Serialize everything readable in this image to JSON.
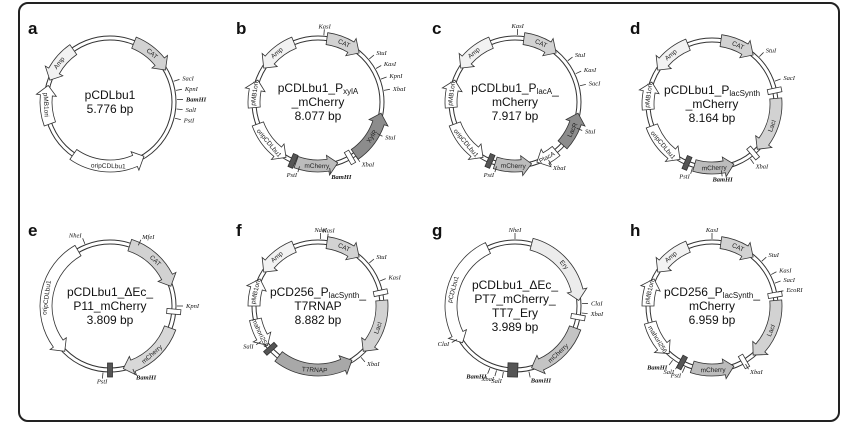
{
  "panels": [
    {
      "letter": "a",
      "name": [
        {
          "t": "pCDLbu1"
        }
      ],
      "size": "5.776 bp",
      "name2": null,
      "name3": null,
      "features": [
        {
          "label": "Amp",
          "fill": "#f2f2f2",
          "start": 325,
          "end": 290
        },
        {
          "label": "CAT",
          "fill": "#d2d2d2",
          "start": 22,
          "end": 60
        },
        {
          "label": "pMB1ori",
          "fill": "#ffffff",
          "start": 250,
          "end": 285
        },
        {
          "label": "oripCDLbu1",
          "fill": "#ffffff",
          "start": 215,
          "end": 148
        }
      ],
      "sites": [
        {
          "a": 72,
          "label": "SacI"
        },
        {
          "a": 80,
          "label": "KpnI"
        },
        {
          "a": 88,
          "label": "BamHI",
          "bold": true
        },
        {
          "a": 96,
          "label": "SalI"
        },
        {
          "a": 104,
          "label": "PstI"
        }
      ],
      "marks": []
    },
    {
      "letter": "b",
      "name": [
        {
          "t": "pCDLbu1_P"
        },
        {
          "t": "xylA",
          "sub": true
        }
      ],
      "name2": "_mCherry",
      "name3": null,
      "size": "8.077 bp",
      "features": [
        {
          "label": "Amp",
          "fill": "#f2f2f2",
          "start": 338,
          "end": 302
        },
        {
          "label": "CAT",
          "fill": "#d2d2d2",
          "start": 8,
          "end": 40
        },
        {
          "label": "XylR",
          "fill": "#8c8c8c",
          "start": 145,
          "end": 100
        },
        {
          "label": "mCherry",
          "fill": "#bcbcbc",
          "start": 200,
          "end": 162
        },
        {
          "label": "pMB1ori",
          "fill": "#ffffff",
          "start": 265,
          "end": 290
        },
        {
          "label": "oripCDLbu1",
          "fill": "#ffffff",
          "start": 250,
          "end": 210
        }
      ],
      "sites": [
        {
          "a": 5,
          "label": "KasI"
        },
        {
          "a": 50,
          "label": "StuI"
        },
        {
          "a": 60,
          "label": "KasI"
        },
        {
          "a": 70,
          "label": "KpnI"
        },
        {
          "a": 80,
          "label": "XbaI"
        },
        {
          "a": 118,
          "label": "StuI"
        },
        {
          "a": 145,
          "label": "XbaI"
        },
        {
          "a": 170,
          "label": "BamHI",
          "bold": true
        },
        {
          "a": 196,
          "label": "PstI"
        }
      ],
      "marks": [
        {
          "a": 150,
          "fill": "#ffffff"
        },
        {
          "a": 203,
          "fill": "#555555"
        }
      ]
    },
    {
      "letter": "c",
      "name": [
        {
          "t": "pCDLbu1_P"
        },
        {
          "t": "lacA",
          "sub": true
        },
        {
          "t": "_"
        }
      ],
      "name2": "mCherry",
      "name3": null,
      "size": "7.917 bp",
      "features": [
        {
          "label": "Amp",
          "fill": "#f2f2f2",
          "start": 338,
          "end": 302
        },
        {
          "label": "CAT",
          "fill": "#d2d2d2",
          "start": 8,
          "end": 40
        },
        {
          "label": "LacR",
          "fill": "#8c8c8c",
          "start": 132,
          "end": 100
        },
        {
          "label": "PlacA",
          "fill": "#ffffff",
          "start": 140,
          "end": 160
        },
        {
          "label": "mCherry",
          "fill": "#bcbcbc",
          "start": 198,
          "end": 165
        },
        {
          "label": "pMB1ori",
          "fill": "#ffffff",
          "start": 265,
          "end": 290
        },
        {
          "label": "oripCDLbu1",
          "fill": "#ffffff",
          "start": 250,
          "end": 210
        }
      ],
      "sites": [
        {
          "a": 2,
          "label": "KasI"
        },
        {
          "a": 52,
          "label": "StuI"
        },
        {
          "a": 65,
          "label": "KasI"
        },
        {
          "a": 76,
          "label": "SacI"
        },
        {
          "a": 113,
          "label": "StuI"
        },
        {
          "a": 150,
          "label": "XbaI"
        },
        {
          "a": 196,
          "label": "PstI"
        }
      ],
      "marks": [
        {
          "a": 203,
          "fill": "#555555"
        }
      ]
    },
    {
      "letter": "d",
      "name": [
        {
          "t": "pCDLbu1_P"
        },
        {
          "t": "lacSynth",
          "sub": true
        }
      ],
      "name2": "_mCherry",
      "name3": null,
      "size": "8.164 bp",
      "features": [
        {
          "label": "Amp",
          "fill": "#f2f2f2",
          "start": 338,
          "end": 302
        },
        {
          "label": "CAT",
          "fill": "#d2d2d2",
          "start": 8,
          "end": 40
        },
        {
          "label": "LacI",
          "fill": "#d2d2d2",
          "start": 85,
          "end": 135
        },
        {
          "label": "mCherry",
          "fill": "#bcbcbc",
          "start": 196,
          "end": 160
        },
        {
          "label": "pMB1ori",
          "fill": "#ffffff",
          "start": 265,
          "end": 290
        },
        {
          "label": "oripCDLbu1",
          "fill": "#ffffff",
          "start": 250,
          "end": 210
        }
      ],
      "sites": [
        {
          "a": 45,
          "label": "StuI"
        },
        {
          "a": 70,
          "label": "SacI"
        },
        {
          "a": 145,
          "label": "XbaI"
        },
        {
          "a": 172,
          "label": "BamHI",
          "bold": true
        },
        {
          "a": 197,
          "label": "PstI"
        }
      ],
      "marks": [
        {
          "a": 78,
          "fill": "#ffffff"
        },
        {
          "a": 140,
          "fill": "#ffffff"
        },
        {
          "a": 203,
          "fill": "#555555"
        }
      ]
    },
    {
      "letter": "e",
      "name": [
        {
          "t": "pCDLbu1_ΔEc_"
        }
      ],
      "name2": "P11_mCherry",
      "name3": null,
      "size": "3.809 bp",
      "features": [
        {
          "label": "CAT",
          "fill": "#d2d2d2",
          "start": 18,
          "end": 72
        },
        {
          "label": "mCherry",
          "fill": "#d8d8d8",
          "start": 110,
          "end": 168
        },
        {
          "label": "oripCDLbu1",
          "fill": "#ffffff",
          "start": 330,
          "end": 225
        }
      ],
      "sites": [
        {
          "a": 338,
          "label": "NheI"
        },
        {
          "a": 25,
          "label": "MfeI"
        },
        {
          "a": 90,
          "label": "KpnI"
        },
        {
          "a": 160,
          "label": "BamHI",
          "bold": true
        },
        {
          "a": 186,
          "label": "PstI"
        }
      ],
      "marks": [
        {
          "a": 95,
          "fill": "#ffffff"
        },
        {
          "a": 180,
          "fill": "#555555"
        }
      ]
    },
    {
      "letter": "f",
      "name": [
        {
          "t": "pCD256_P"
        },
        {
          "t": "lacSynth",
          "sub": true
        },
        {
          "t": "_"
        }
      ],
      "name2": "T7RNAP",
      "name3": null,
      "size": "8.882 bp",
      "features": [
        {
          "label": "Amp",
          "fill": "#f2f2f2",
          "start": 338,
          "end": 302
        },
        {
          "label": "CAT",
          "fill": "#d2d2d2",
          "start": 8,
          "end": 40
        },
        {
          "label": "LacI",
          "fill": "#d2d2d2",
          "start": 85,
          "end": 135
        },
        {
          "label": "T7RNAP",
          "fill": "#a8a8a8",
          "start": 218,
          "end": 148
        },
        {
          "label": "pMB1ori",
          "fill": "#ffffff",
          "start": 270,
          "end": 295
        },
        {
          "label": "mahori256",
          "fill": "#ffffff",
          "start": 258,
          "end": 232
        }
      ],
      "sites": [
        {
          "a": 2,
          "label": "NdeI"
        },
        {
          "a": 8,
          "label": "KasI"
        },
        {
          "a": 50,
          "label": "StuI"
        },
        {
          "a": 68,
          "label": "KasI"
        },
        {
          "a": 140,
          "label": "XbaI"
        },
        {
          "a": 238,
          "label": "SalI"
        }
      ],
      "marks": [
        {
          "a": 78,
          "fill": "#ffffff"
        },
        {
          "a": 228,
          "fill": "#555555"
        }
      ]
    },
    {
      "letter": "g",
      "name": [
        {
          "t": "pCDLbu1_ΔEc_"
        }
      ],
      "name2": "PT7_mCherry_",
      "name3": "TT7_Ery",
      "size": "3.989 bp",
      "features": [
        {
          "label": "Ery",
          "fill": "#ececec",
          "start": 15,
          "end": 85
        },
        {
          "label": "mCherry",
          "fill": "#c4c4c4",
          "start": 110,
          "end": 165
        },
        {
          "label": "pCDLbu1",
          "fill": "#ffffff",
          "start": 335,
          "end": 235
        }
      ],
      "sites": [
        {
          "a": 0,
          "label": "NheI"
        },
        {
          "a": 88,
          "label": "ClaI"
        },
        {
          "a": 96,
          "label": "XbaI"
        },
        {
          "a": 168,
          "label": "BamHI",
          "bold": true
        },
        {
          "a": 190,
          "label": "SalI"
        },
        {
          "a": 196,
          "label": "XbaI"
        },
        {
          "a": 202,
          "label": "BamHI",
          "bold": true
        },
        {
          "a": 240,
          "label": "ClaI"
        }
      ],
      "marks": [
        {
          "a": 100,
          "fill": "#ffffff"
        },
        {
          "a": 182,
          "fill": "#555555",
          "wide": true
        }
      ]
    },
    {
      "letter": "h",
      "name": [
        {
          "t": "pCD256_P"
        },
        {
          "t": "lacSynth",
          "sub": true
        },
        {
          "t": "_"
        }
      ],
      "name2": "mCherry",
      "name3": null,
      "size": "6.959 bp",
      "features": [
        {
          "label": "Amp",
          "fill": "#f2f2f2",
          "start": 338,
          "end": 302
        },
        {
          "label": "CAT",
          "fill": "#d2d2d2",
          "start": 8,
          "end": 40
        },
        {
          "label": "LacI",
          "fill": "#d2d2d2",
          "start": 85,
          "end": 140
        },
        {
          "label": "mCherry",
          "fill": "#bcbcbc",
          "start": 198,
          "end": 160
        },
        {
          "label": "pMB1ori",
          "fill": "#ffffff",
          "start": 270,
          "end": 295
        },
        {
          "label": "mahori256",
          "fill": "#ffffff",
          "start": 255,
          "end": 222
        }
      ],
      "sites": [
        {
          "a": 0,
          "label": "KasI"
        },
        {
          "a": 48,
          "label": "StuI"
        },
        {
          "a": 62,
          "label": "KasI"
        },
        {
          "a": 70,
          "label": "SacI"
        },
        {
          "a": 78,
          "label": "EcoRI"
        },
        {
          "a": 150,
          "label": "XbaI"
        },
        {
          "a": 204,
          "label": "PstI"
        },
        {
          "a": 210,
          "label": "SalI"
        },
        {
          "a": 216,
          "label": "BamHI",
          "bold": true
        }
      ],
      "marks": [
        {
          "a": 80,
          "fill": "#ffffff"
        },
        {
          "a": 150,
          "fill": "#ffffff"
        },
        {
          "a": 208,
          "fill": "#555555"
        }
      ]
    }
  ]
}
